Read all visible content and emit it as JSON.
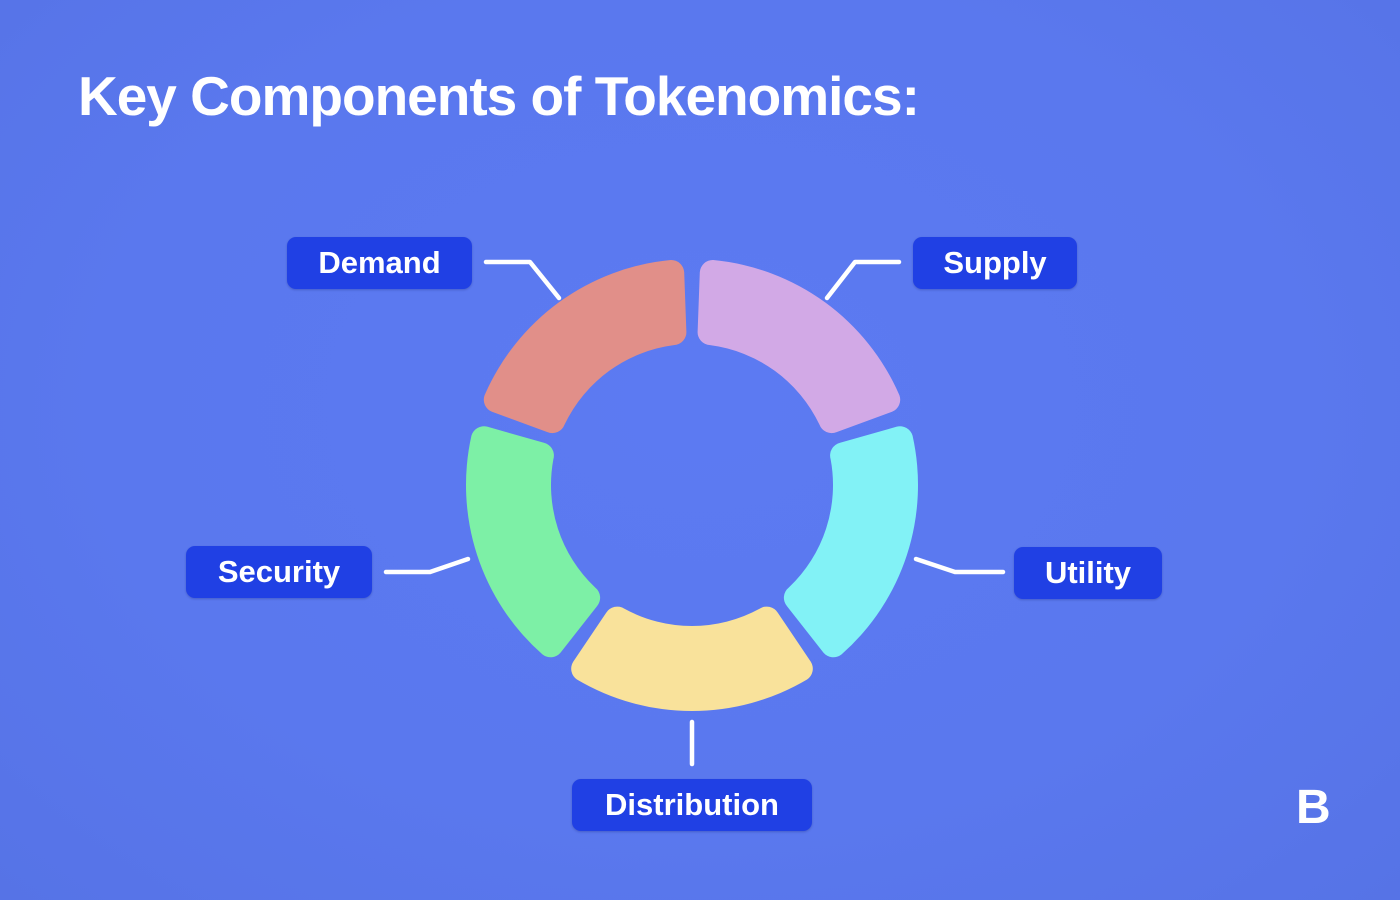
{
  "title": "Key Components of Tokenomics:",
  "brand": {
    "logo_letter": "B"
  },
  "colors": {
    "background": "#5A78EE",
    "label_box": "#2040E4",
    "connector": "#FFFFFF",
    "title_text": "#FFFFFF"
  },
  "chart_data": {
    "type": "pie",
    "variant": "donut",
    "title": "Key Components of Tokenomics:",
    "categories": [
      "Supply",
      "Utility",
      "Distribution",
      "Security",
      "Demand"
    ],
    "values": [
      20,
      20,
      20,
      20,
      20
    ],
    "segments": [
      {
        "label": "Supply",
        "color": "#D2A9E6",
        "position": "top-right",
        "value": 20
      },
      {
        "label": "Utility",
        "color": "#82F2F6",
        "position": "right",
        "value": 20
      },
      {
        "label": "Distribution",
        "color": "#F9E29B",
        "position": "bottom",
        "value": 20
      },
      {
        "label": "Security",
        "color": "#7DF0A6",
        "position": "left",
        "value": 20
      },
      {
        "label": "Demand",
        "color": "#E18F89",
        "position": "top-left",
        "value": 20
      }
    ],
    "legend_position": "callout-labels",
    "grid": false
  }
}
